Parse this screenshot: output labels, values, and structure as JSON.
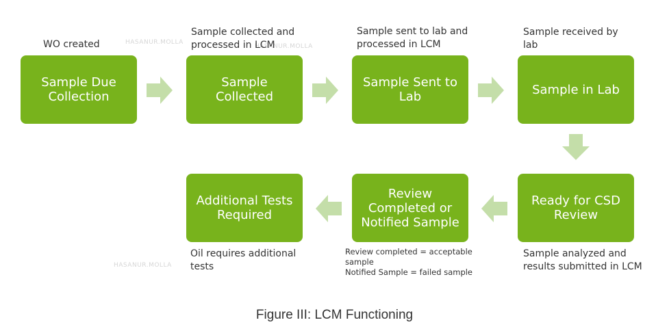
{
  "diagram": {
    "boxes": {
      "sample_due_collection": "Sample Due\nCollection",
      "sample_collected": "Sample\nCollected",
      "sample_sent_to_lab": "Sample Sent to\nLab",
      "sample_in_lab": "Sample in Lab",
      "ready_for_csd_review": "Ready for CSD\nReview",
      "review_completed": "Review\nCompleted or\nNotified Sample",
      "additional_tests": "Additional Tests\nRequired"
    },
    "notes": {
      "wo_created": "WO created",
      "sample_collected": "Sample collected and\nprocessed in LCM",
      "sample_sent": "Sample sent to lab and\nprocessed in LCM",
      "sample_received": "Sample received by\nlab",
      "sample_analyzed": "Sample analyzed and\nresults submitted in LCM",
      "review_note": "Review completed = acceptable\nsample\nNotified Sample = failed sample",
      "oil_note": "Oil requires additional\ntests"
    },
    "watermark": "HASANUR.MOLLA",
    "colors": {
      "box": "#78b31c",
      "arrow": "#c4dea9",
      "text": "#333333"
    }
  },
  "caption": "Figure III: LCM Functioning"
}
